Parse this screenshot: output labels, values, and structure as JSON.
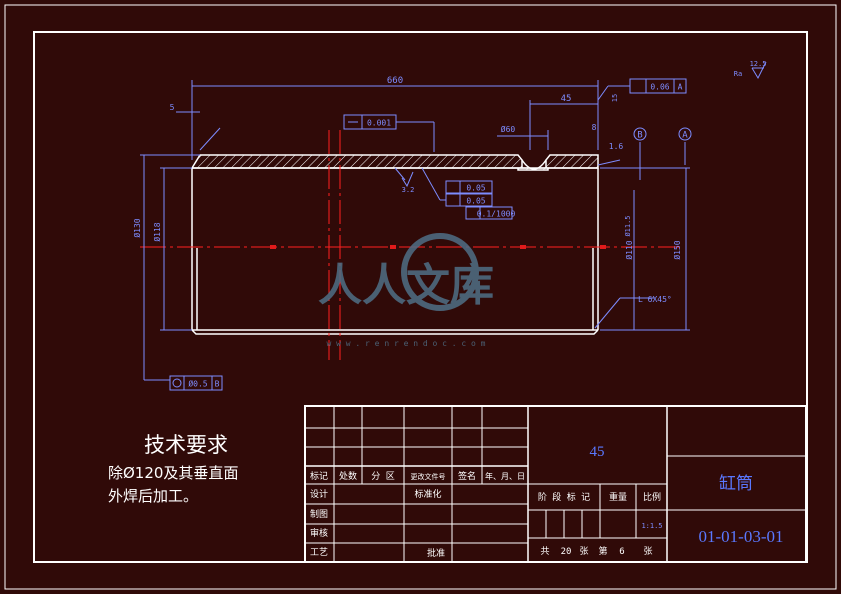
{
  "colors": {
    "background": "#300a08",
    "frame": "#ffffff",
    "dimension": "#7d8cff",
    "center_line": "#ff2020",
    "blue_text": "#5a78ff",
    "watermark": "#4f6f86",
    "tick_red": "#e01b1b"
  },
  "drawing": {
    "dims": {
      "overall_length": "660",
      "ref_dim": "45",
      "left_offset": "5",
      "bore_dia": "Ø130",
      "bore_inner": "Ø118",
      "groove_width": "Ø60",
      "groove_depth": "8",
      "right_dia": "Ø150",
      "right_fit": "Ø110",
      "right_fit_2": "Ø11.5",
      "chamfer": "1.6",
      "tip_small": "15",
      "finish_general": "12.5",
      "finish_general_label": "Ra",
      "finish_local": "3.2",
      "chamfer_note": "L 6X45°"
    },
    "datums": {
      "a": "A",
      "b": "B"
    },
    "tolerances": {
      "flatness_top": "0.001",
      "top_right": "0.06",
      "top_right_ref": "A",
      "cyl_1": "0.05",
      "cyl_2": "0.05",
      "cyl_3": "0.1/1000",
      "bottom_left": "Ø0.5",
      "bottom_left_ref": "B"
    },
    "watermark": {
      "text": "人人文库",
      "url": "w w w . r e n r e n d o c . c o m"
    }
  },
  "notes": {
    "title": "技术要求",
    "line1": "除Ø120及其垂直面",
    "line2": "外焊后加工。"
  },
  "title_block": {
    "material": "45",
    "part_name": "缸筒",
    "drawing_no": "01-01-03-01",
    "row_labels": {
      "mark": "标记",
      "count": "处数",
      "zone": "分 区",
      "doc_no": "更改文件号",
      "sign": "签名",
      "date": "年、月、日"
    },
    "roles": {
      "design": "设计",
      "standard": "标准化",
      "drafter": "制图",
      "checker": "审核",
      "process": "工艺",
      "approve": "批准"
    },
    "stage": {
      "stage_mark": "阶 段 标 记",
      "weight": "重量",
      "scale": "比例",
      "scale_value": "1:1.5"
    },
    "sheet": {
      "total_label": "共",
      "total": "20",
      "sheets_unit": "张",
      "current_label": "第",
      "current": "6",
      "current_unit": "张"
    }
  }
}
